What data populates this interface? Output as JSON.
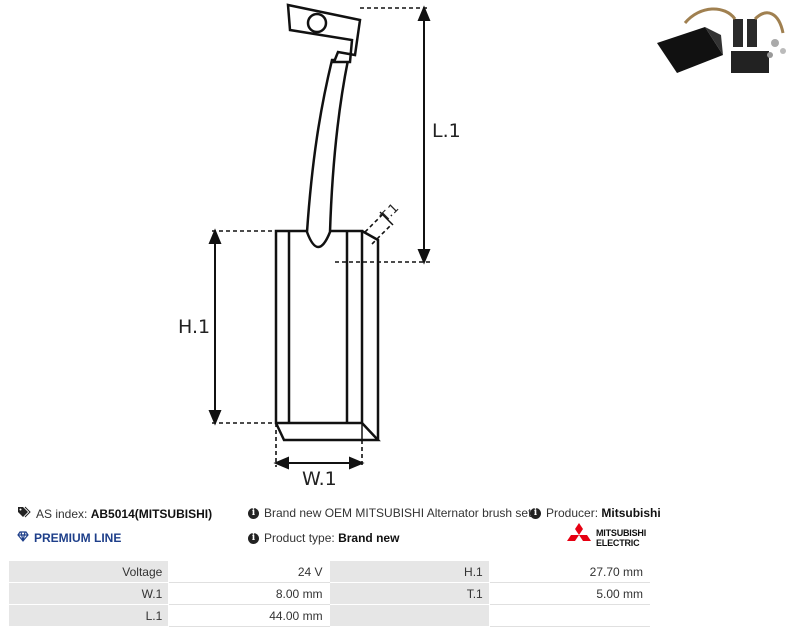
{
  "drawing": {
    "l1_label": "L.1",
    "h1_label": "H.1",
    "w1_label": "W.1",
    "t1_label": "T.1"
  },
  "info": {
    "as_index_label": "AS index:",
    "as_index_value": "AB5014(MITSUBISHI)",
    "premium_line": "PREMIUM LINE",
    "description": "Brand new OEM MITSUBISHI Alternator brush set",
    "product_type_label": "Product type:",
    "product_type_value": "Brand new",
    "producer_label": "Producer:",
    "producer_value": "Mitsubishi"
  },
  "logo": {
    "line1": "MITSUBISHI",
    "line2": "ELECTRIC"
  },
  "params": [
    {
      "label": "Voltage",
      "value": "24 V",
      "label2": "H.1",
      "value2": "27.70 mm"
    },
    {
      "label": "W.1",
      "value": "8.00 mm",
      "label2": "T.1",
      "value2": "5.00 mm"
    },
    {
      "label": "L.1",
      "value": "44.00 mm",
      "label2": "",
      "value2": ""
    }
  ],
  "colors": {
    "premium": "#1e3f8a",
    "label_bg": "#e6e6e6",
    "logo_red": "#e60012"
  }
}
